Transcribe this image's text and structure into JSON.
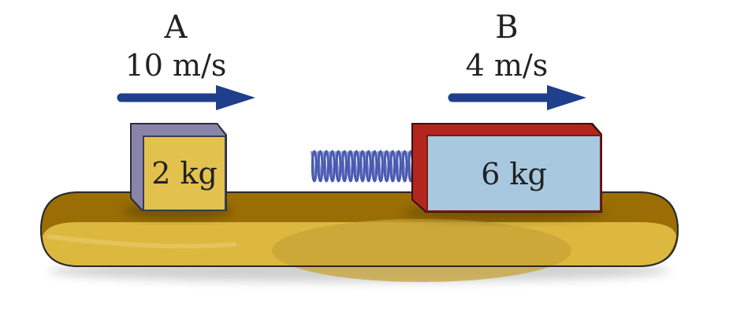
{
  "block_a": {
    "name": "A",
    "speed": "10 m/s",
    "mass": "2 kg",
    "front_color": "#e3c14e",
    "side_color": "#8a85a8"
  },
  "block_b": {
    "name": "B",
    "speed": "4 m/s",
    "mass": "6 kg",
    "front_color": "#a8c8df",
    "side_color": "#b3261e"
  },
  "arrow_color": "#1f3f8c",
  "spring_color": "#4a5ab0",
  "track_color": "#d9b43b"
}
